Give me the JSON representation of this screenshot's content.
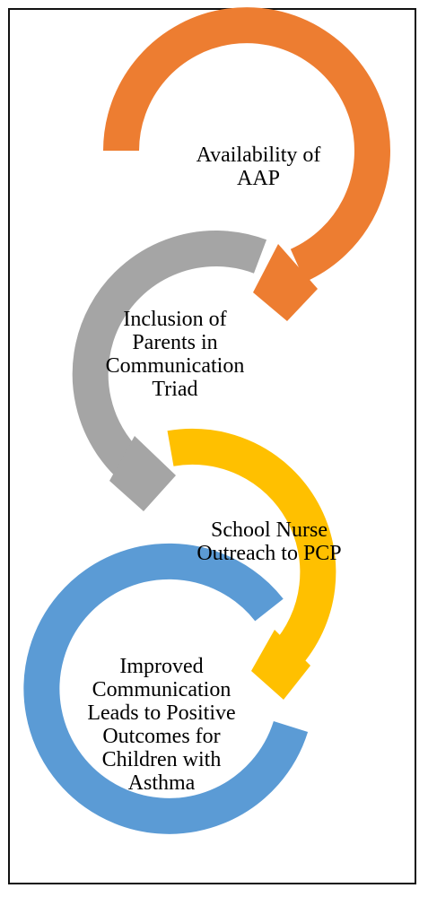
{
  "figure": {
    "steps": [
      {
        "lines": [
          "Availability of",
          "AAP"
        ],
        "color": "#ED7D31"
      },
      {
        "lines": [
          "Inclusion of",
          "Parents in",
          "Communication",
          "Triad"
        ],
        "color": "#A5A5A5"
      },
      {
        "lines": [
          "School Nurse",
          "Outreach to PCP"
        ],
        "color": "#FFC000"
      },
      {
        "lines": [
          "Improved",
          "Communication",
          "Leads to Positive",
          "Outcomes for",
          "Children with",
          "Asthma"
        ],
        "color": "#5B9BD5"
      }
    ]
  }
}
